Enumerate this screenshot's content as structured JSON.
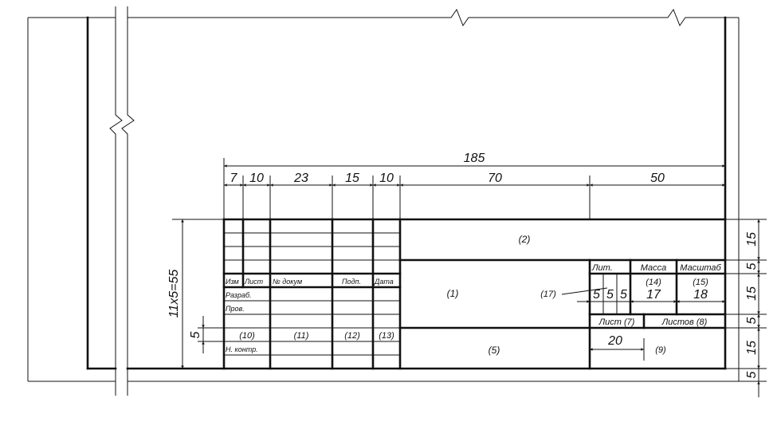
{
  "colors": {
    "ink": "#111111",
    "paper": "#ffffff"
  },
  "dimensions": {
    "top_overall": "185",
    "top_columns": [
      "7",
      "10",
      "23",
      "15",
      "10",
      "70",
      "50"
    ],
    "left_total": "11x5=55",
    "left_row": "5",
    "right_rows": [
      "15",
      "5",
      "15",
      "5",
      "15",
      "5"
    ],
    "lit_cells": [
      "5",
      "5",
      "5"
    ],
    "mass_column": "17",
    "scale_column": "18",
    "sheet_column": "20"
  },
  "title_block": {
    "field_2": "(2)",
    "field_1": "(1)",
    "field_5": "(5)",
    "lit_label": "Лит.",
    "mass_label": "Масса",
    "scale_label": "Масштаб",
    "field_14": "(14)",
    "field_15": "(15)",
    "field_17": "(17)",
    "sheet_label": "Лист (7)",
    "sheets_label": "Листов (8)",
    "field_9": "(9)",
    "header": [
      "Изм",
      "Лист",
      "№ докум",
      "Подп.",
      "Дата"
    ],
    "rows": [
      "Разраб.",
      "Пров.",
      "Н. контр."
    ],
    "bottom_fields": [
      "(10)",
      "(11)",
      "(12)",
      "(13)"
    ]
  }
}
